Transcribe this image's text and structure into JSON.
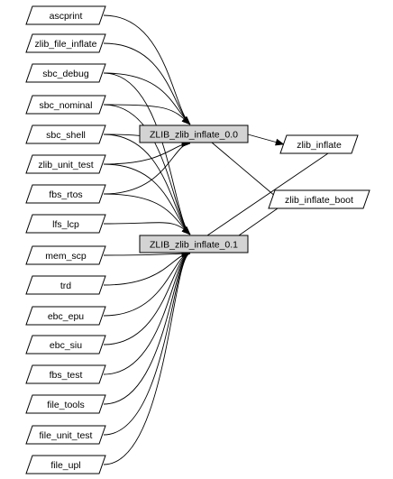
{
  "colors": {
    "background": "#ffffff",
    "node_fill": "#ffffff",
    "highlight_fill": "#d3d3d3",
    "stroke": "#000000"
  },
  "diagram": {
    "callers": [
      {
        "id": "c0",
        "label": "ascprint"
      },
      {
        "id": "c1",
        "label": "zlib_file_inflate"
      },
      {
        "id": "c2",
        "label": "sbc_debug"
      },
      {
        "id": "c3",
        "label": "sbc_nominal"
      },
      {
        "id": "c4",
        "label": "sbc_shell"
      },
      {
        "id": "c5",
        "label": "zlib_unit_test"
      },
      {
        "id": "c6",
        "label": "fbs_rtos"
      },
      {
        "id": "c7",
        "label": "lfs_lcp"
      },
      {
        "id": "c8",
        "label": "mem_scp"
      },
      {
        "id": "c9",
        "label": "trd"
      },
      {
        "id": "c10",
        "label": "ebc_epu"
      },
      {
        "id": "c11",
        "label": "ebc_siu"
      },
      {
        "id": "c12",
        "label": "fbs_test"
      },
      {
        "id": "c13",
        "label": "file_tools"
      },
      {
        "id": "c14",
        "label": "file_unit_test"
      },
      {
        "id": "c15",
        "label": "file_upl"
      }
    ],
    "functions": [
      {
        "id": "f0",
        "label": "ZLIB_zlib_inflate_0.0"
      },
      {
        "id": "f1",
        "label": "ZLIB_zlib_inflate_0.1"
      }
    ],
    "callees": [
      {
        "id": "e0",
        "label": "zlib_inflate"
      },
      {
        "id": "e1",
        "label": "zlib_inflate_boot"
      }
    ],
    "edges": [
      {
        "from": "c0",
        "to": "f0"
      },
      {
        "from": "c1",
        "to": "f0"
      },
      {
        "from": "c2",
        "to": "f0"
      },
      {
        "from": "c3",
        "to": "f0"
      },
      {
        "from": "c4",
        "to": "f0"
      },
      {
        "from": "c5",
        "to": "f0"
      },
      {
        "from": "c6",
        "to": "f0"
      },
      {
        "from": "c2",
        "to": "f1"
      },
      {
        "from": "c3",
        "to": "f1"
      },
      {
        "from": "c4",
        "to": "f1"
      },
      {
        "from": "c5",
        "to": "f1"
      },
      {
        "from": "c6",
        "to": "f1"
      },
      {
        "from": "c7",
        "to": "f1"
      },
      {
        "from": "c8",
        "to": "f1"
      },
      {
        "from": "c9",
        "to": "f1"
      },
      {
        "from": "c10",
        "to": "f1"
      },
      {
        "from": "c11",
        "to": "f1"
      },
      {
        "from": "c12",
        "to": "f1"
      },
      {
        "from": "c13",
        "to": "f1"
      },
      {
        "from": "c14",
        "to": "f1"
      },
      {
        "from": "c15",
        "to": "f1"
      },
      {
        "from": "f0",
        "to": "e0"
      },
      {
        "from": "f0",
        "to": "e1"
      },
      {
        "from": "f1",
        "to": "e0"
      },
      {
        "from": "f1",
        "to": "e1"
      }
    ]
  }
}
